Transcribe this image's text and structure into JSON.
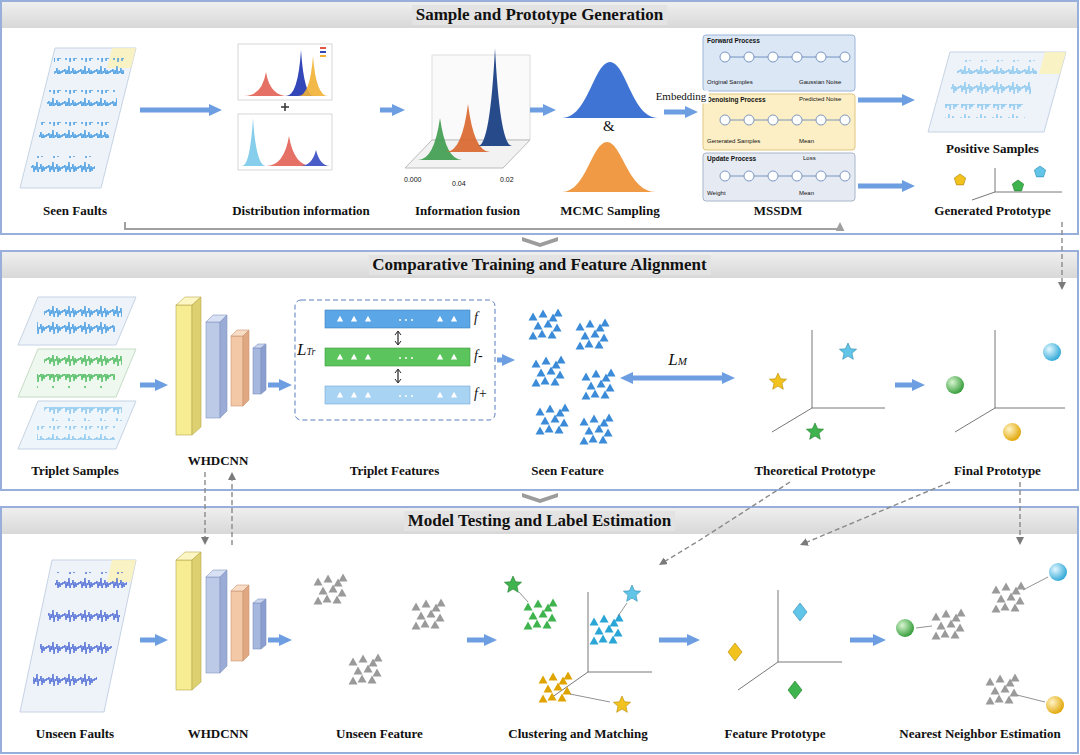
{
  "diagram": {
    "nodes": [
      {
        "text": [
          "Sample and Prototype Generation"
        ]
      },
      {
        "text": [
          "Seen Faults"
        ],
        "in": 0
      },
      {
        "text": [
          "Distribution information"
        ],
        "in": 0
      },
      {
        "text": [
          "Information fusion"
        ],
        "in": 0
      },
      {
        "text": [
          "MCMC Sampling"
        ],
        "in": 0
      },
      {
        "text": [
          "MSSDM"
        ],
        "in": 0
      },
      {
        "text": [
          "Forward Process",
          "Original Samples",
          "Gaussian Noise"
        ],
        "in": 5
      },
      {
        "text": [
          "Denoising Process",
          "Predicted Noise",
          "Generated Samples",
          "Mean"
        ],
        "in": 5
      },
      {
        "text": [
          "Update Process",
          "Loss",
          "Weight",
          "Mean"
        ],
        "in": 5
      },
      {
        "text": [
          "Positive Samples"
        ],
        "in": 0
      },
      {
        "text": [
          "Generated Prototype"
        ],
        "in": 0
      },
      {
        "text": [
          "Comparative Training and Feature Alignment"
        ]
      },
      {
        "text": [
          "Triplet Samples"
        ],
        "in": 11
      },
      {
        "text": [
          "WHDCNN"
        ],
        "in": 11
      },
      {
        "text": [
          "LTr",
          "f",
          "f-",
          "f+",
          "Triplet Features"
        ],
        "in": 11
      },
      {
        "text": [
          "Seen Feature"
        ],
        "in": 11
      },
      {
        "text": [
          "Theoretical Prototype"
        ],
        "in": 11
      },
      {
        "text": [
          "Final Prototype"
        ],
        "in": 11
      },
      {
        "text": [
          "Model Testing and Label Estimation"
        ]
      },
      {
        "text": [
          "Unseen Faults"
        ],
        "in": 18
      },
      {
        "text": [
          "WHDCNN"
        ],
        "in": 18
      },
      {
        "text": [
          "Unseen Feature"
        ],
        "in": 18
      },
      {
        "text": [
          "Clustering and Matching"
        ],
        "in": 18
      },
      {
        "text": [
          "Feature Prototype"
        ],
        "in": 18
      },
      {
        "text": [
          "Nearest Neighbor Estimation"
        ],
        "in": 18
      }
    ],
    "edges": [
      {
        "from": 1,
        "to": 2,
        "arrow": "to"
      },
      {
        "from": 2,
        "to": 3,
        "arrow": "to"
      },
      {
        "from": 3,
        "to": 4,
        "arrow": "to"
      },
      {
        "from": 4,
        "to": 5,
        "label": "Embedding",
        "arrow": "to"
      },
      {
        "from": 5,
        "to": 9,
        "arrow": "to"
      },
      {
        "from": 5,
        "to": 10,
        "arrow": "to"
      },
      {
        "from": 1,
        "to": 5,
        "arrow": "to"
      },
      {
        "from": 10,
        "to": 17,
        "arrow": "to"
      },
      {
        "from": 12,
        "to": 13,
        "arrow": "to"
      },
      {
        "from": 13,
        "to": 14,
        "arrow": "to"
      },
      {
        "from": 14,
        "to": 15,
        "arrow": "to"
      },
      {
        "from": 15,
        "to": 16,
        "label": "LM",
        "arrow": "both"
      },
      {
        "from": 16,
        "to": 17,
        "arrow": "to"
      },
      {
        "from": 13,
        "to": 20,
        "arrow": "to"
      },
      {
        "from": 20,
        "to": 13,
        "arrow": "to"
      },
      {
        "from": 16,
        "to": 22,
        "arrow": "to"
      },
      {
        "from": 17,
        "to": 23,
        "arrow": "to"
      },
      {
        "from": 17,
        "to": 24,
        "arrow": "to"
      },
      {
        "from": 19,
        "to": 20,
        "arrow": "to"
      },
      {
        "from": 20,
        "to": 21,
        "arrow": "to"
      },
      {
        "from": 21,
        "to": 22,
        "arrow": "to"
      },
      {
        "from": 22,
        "to": 23,
        "arrow": "to"
      },
      {
        "from": 23,
        "to": 24,
        "arrow": "to"
      }
    ],
    "labels": [
      "0.000",
      "0.04",
      "0.02",
      "&"
    ]
  }
}
